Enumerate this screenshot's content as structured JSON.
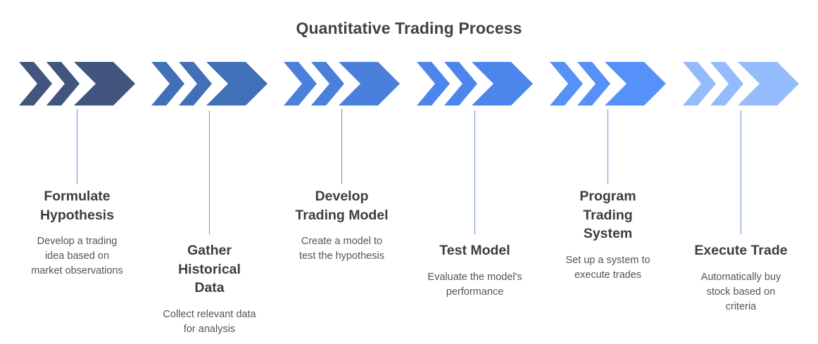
{
  "chart_data": {
    "type": "diagram",
    "diagram_kind": "chevron-process-flow",
    "title": "Quantitative Trading Process",
    "orientation": "horizontal",
    "direction": "left-to-right",
    "step_count": 6,
    "label_placement": "alternating (odd steps higher, even steps lower)",
    "background": "#ffffff",
    "title_color": "#424242",
    "step_title_color": "#3d3d3d",
    "step_desc_color": "#555555",
    "connector_color": "#6d8fca",
    "steps": [
      {
        "index": 1,
        "title": "Formulate\nHypothesis",
        "description": "Develop a trading\nidea based on\nmarket observations",
        "color": "#41557e",
        "row": "high"
      },
      {
        "index": 2,
        "title": "Gather\nHistorical\nData",
        "description": "Collect relevant data\nfor analysis",
        "color": "#4170b8",
        "row": "low"
      },
      {
        "index": 3,
        "title": "Develop\nTrading Model",
        "description": "Create a model to\ntest the hypothesis",
        "color": "#4a7fdb",
        "row": "high"
      },
      {
        "index": 4,
        "title": "Test Model",
        "description": "Evaluate the model's\nperformance",
        "color": "#4c85ec",
        "row": "low"
      },
      {
        "index": 5,
        "title": "Program\nTrading\nSystem",
        "description": "Set up a system to\nexecute trades",
        "color": "#5690f9",
        "row": "high"
      },
      {
        "index": 6,
        "title": "Execute Trade",
        "description": "Automatically buy\nstock based on\ncriteria",
        "color": "#94bbfc",
        "row": "low"
      }
    ]
  }
}
